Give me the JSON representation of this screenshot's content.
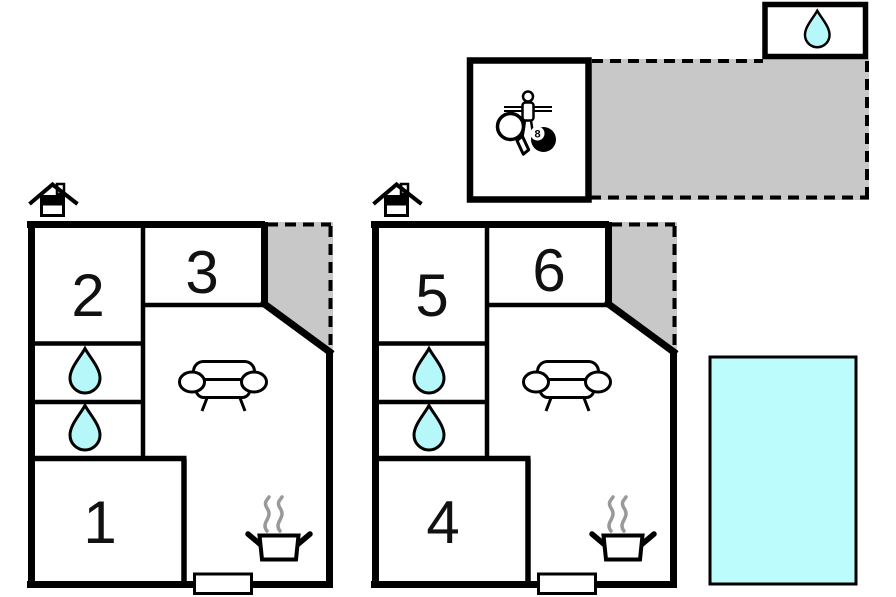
{
  "colors": {
    "water": "#b6f8fa",
    "pool_water": "#bdfcfd",
    "terrace": "#c8c8c8",
    "wall": "#000000",
    "steam": "#999999"
  },
  "units": [
    {
      "name": "house-unit-1",
      "rooms": [
        {
          "label": "1"
        },
        {
          "label": "2"
        },
        {
          "label": "3"
        }
      ]
    },
    {
      "name": "house-unit-2",
      "rooms": [
        {
          "label": "4"
        },
        {
          "label": "5"
        },
        {
          "label": "6"
        }
      ]
    }
  ],
  "game_room": {
    "billiard_ball_number": "8"
  },
  "icons": {
    "chimney": "fireplace-chimney-icon",
    "water_drop": "water-drop-icon",
    "sofa": "sofa-icon",
    "stove": "stove-pot-icon",
    "table_tennis": "table-tennis-paddle-icon",
    "foosball": "foosball-player-icon",
    "billiards": "billiard-8ball-icon"
  }
}
